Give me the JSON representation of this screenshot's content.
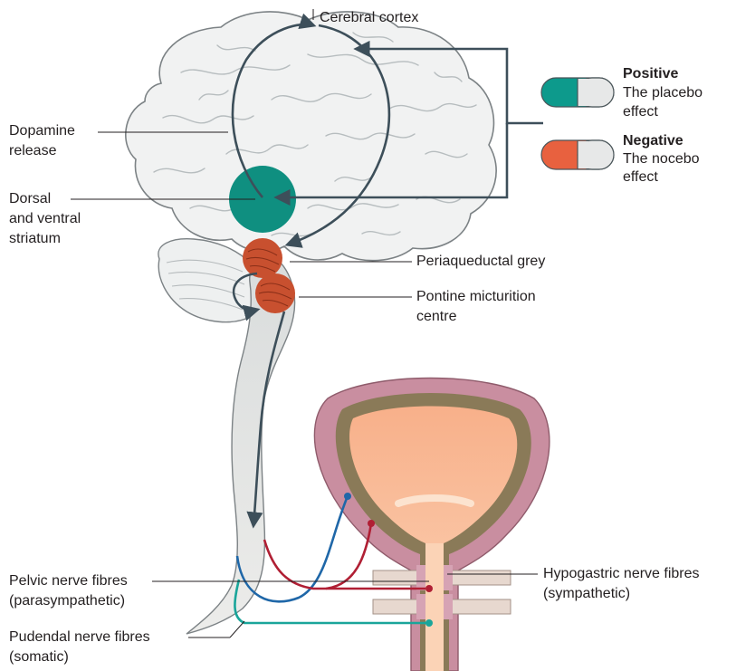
{
  "labels": {
    "cerebral_cortex": "Cerebral cortex",
    "dopamine_1": "Dopamine",
    "dopamine_2": "release",
    "dorsal_1": "Dorsal",
    "dorsal_2": "and ventral",
    "dorsal_3": "striatum",
    "pag": "Periaqueductal grey",
    "pmc_1": "Pontine micturition",
    "pmc_2": "centre",
    "pelvic_1": "Pelvic nerve fibres",
    "pelvic_2": "(parasympathetic)",
    "pudendal_1": "Pudendal nerve fibres",
    "pudendal_2": "(somatic)",
    "hypogastric_1": "Hypogastric nerve fibres",
    "hypogastric_2": "(sympathetic)"
  },
  "legend": {
    "positive": {
      "title": "Positive",
      "line1": "The placebo",
      "line2": "effect",
      "color": "#0d9a8c"
    },
    "negative": {
      "title": "Negative",
      "line1": "The nocebo",
      "line2": "effect",
      "color": "#e8613f"
    }
  },
  "colors": {
    "striatum": "#0f8f80",
    "brainstem_nuclei": "#c8502f",
    "bladder_outer": "#c98ea0",
    "bladder_wall": "#8a7a58",
    "bladder_lumen": "#f6a77f",
    "pelvic_nerve": "#b01f34",
    "hypogastric_nerve": "#1f67a8",
    "pudendal_nerve": "#1aa59a",
    "pathway_arrow": "#3d4f5a"
  }
}
